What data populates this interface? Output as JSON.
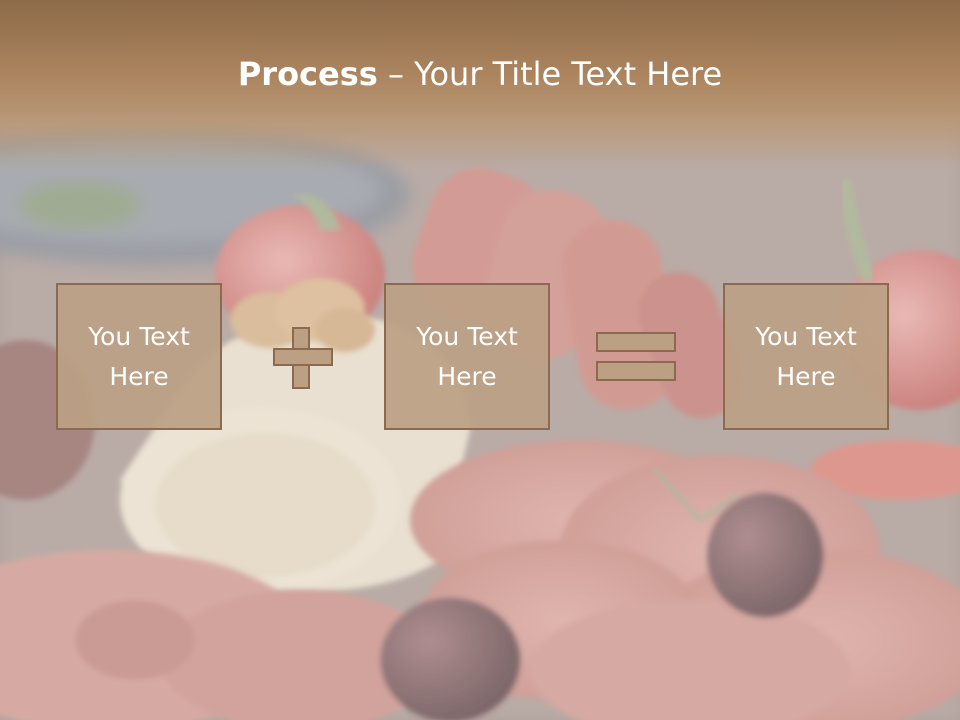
{
  "slide": {
    "title_bold": "Process",
    "title_rest": " – Your Title Text Here",
    "boxes": [
      {
        "text": "You Text\nHere"
      },
      {
        "text": "You Text\nHere"
      },
      {
        "text": "You Text\nHere"
      }
    ],
    "operators": [
      "plus-icon",
      "equals-icon"
    ],
    "colors": {
      "title_band": "#a07a56",
      "box_fill": "#bba084",
      "box_border": "#8c6a4f",
      "text": "#ffffff"
    }
  }
}
